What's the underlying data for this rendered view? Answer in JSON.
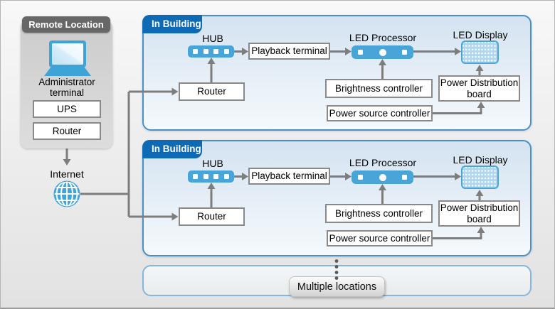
{
  "diagram": {
    "remote": {
      "title": "Remote Location",
      "admin_line1": "Administrator",
      "admin_line2": "terminal",
      "ups_label": "UPS",
      "router_label": "Router",
      "internet_label": "Internet"
    },
    "buildings": [
      {
        "title": "In Building",
        "hub_label": "HUB",
        "playback_label": "Playback terminal",
        "router_label": "Router",
        "processor_label": "LED Processor",
        "display_label": "LED Display",
        "brightness_label": "Brightness controller",
        "power_source_label": "Power source controller",
        "pdb_line1": "Power Distribution",
        "pdb_line2": "board"
      },
      {
        "title": "In Building",
        "hub_label": "HUB",
        "playback_label": "Playback terminal",
        "router_label": "Router",
        "processor_label": "LED Processor",
        "display_label": "LED Display",
        "brightness_label": "Brightness controller",
        "power_source_label": "Power source controller",
        "pdb_line1": "Power Distribution",
        "pdb_line2": "board"
      }
    ],
    "footer": {
      "more_label": "Multiple locations"
    },
    "icons": {
      "laptop": "laptop-icon",
      "globe": "internet-globe-icon",
      "hub": "hub-switch-icon",
      "processor": "led-processor-icon",
      "display": "led-display-icon"
    },
    "colors": {
      "header_blue": "#0e6ab4",
      "device_blue": "#49a4d8",
      "building_border_blue": "#4a90c8",
      "wire_gray": "#7d7d7d",
      "remote_header_gray": "#676767"
    }
  }
}
